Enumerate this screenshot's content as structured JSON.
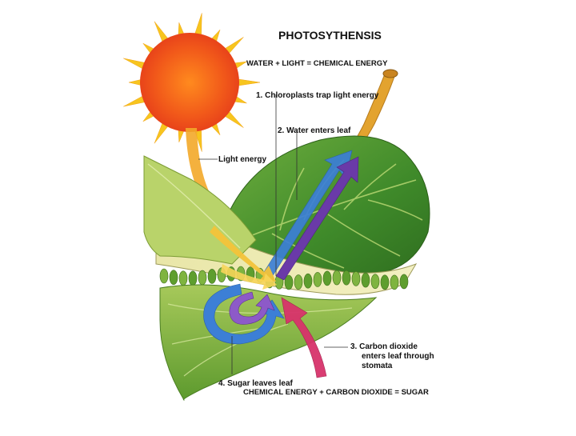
{
  "diagram": {
    "title": "PHOTOSYTHENSIS",
    "equation_top": "WATER + LIGHT = CHEMICAL ENERGY",
    "equation_bottom": "CHEMICAL ENERGY + CARBON DIOXIDE = SUGAR",
    "labels": {
      "light_energy": "Light energy",
      "step1": "1.  Chloroplasts trap light energy",
      "step2": "2.  Water enters leaf",
      "step3_line1": "3.  Carbon dioxide",
      "step3_line2": "enters leaf through",
      "step3_line3": "stomata",
      "step4": "4.  Sugar leaves leaf"
    }
  },
  "colors": {
    "sun": "#f26a1b",
    "sun_rays": "#f7c51e",
    "leaf_dark": "#3f8a2a",
    "leaf_light": "#b9d36a",
    "water_arrow": "#3c7fd6",
    "sugar_arrow": "#6a3aa8",
    "co2_arrow": "#d8336b",
    "light_arrow": "#f3a829"
  }
}
